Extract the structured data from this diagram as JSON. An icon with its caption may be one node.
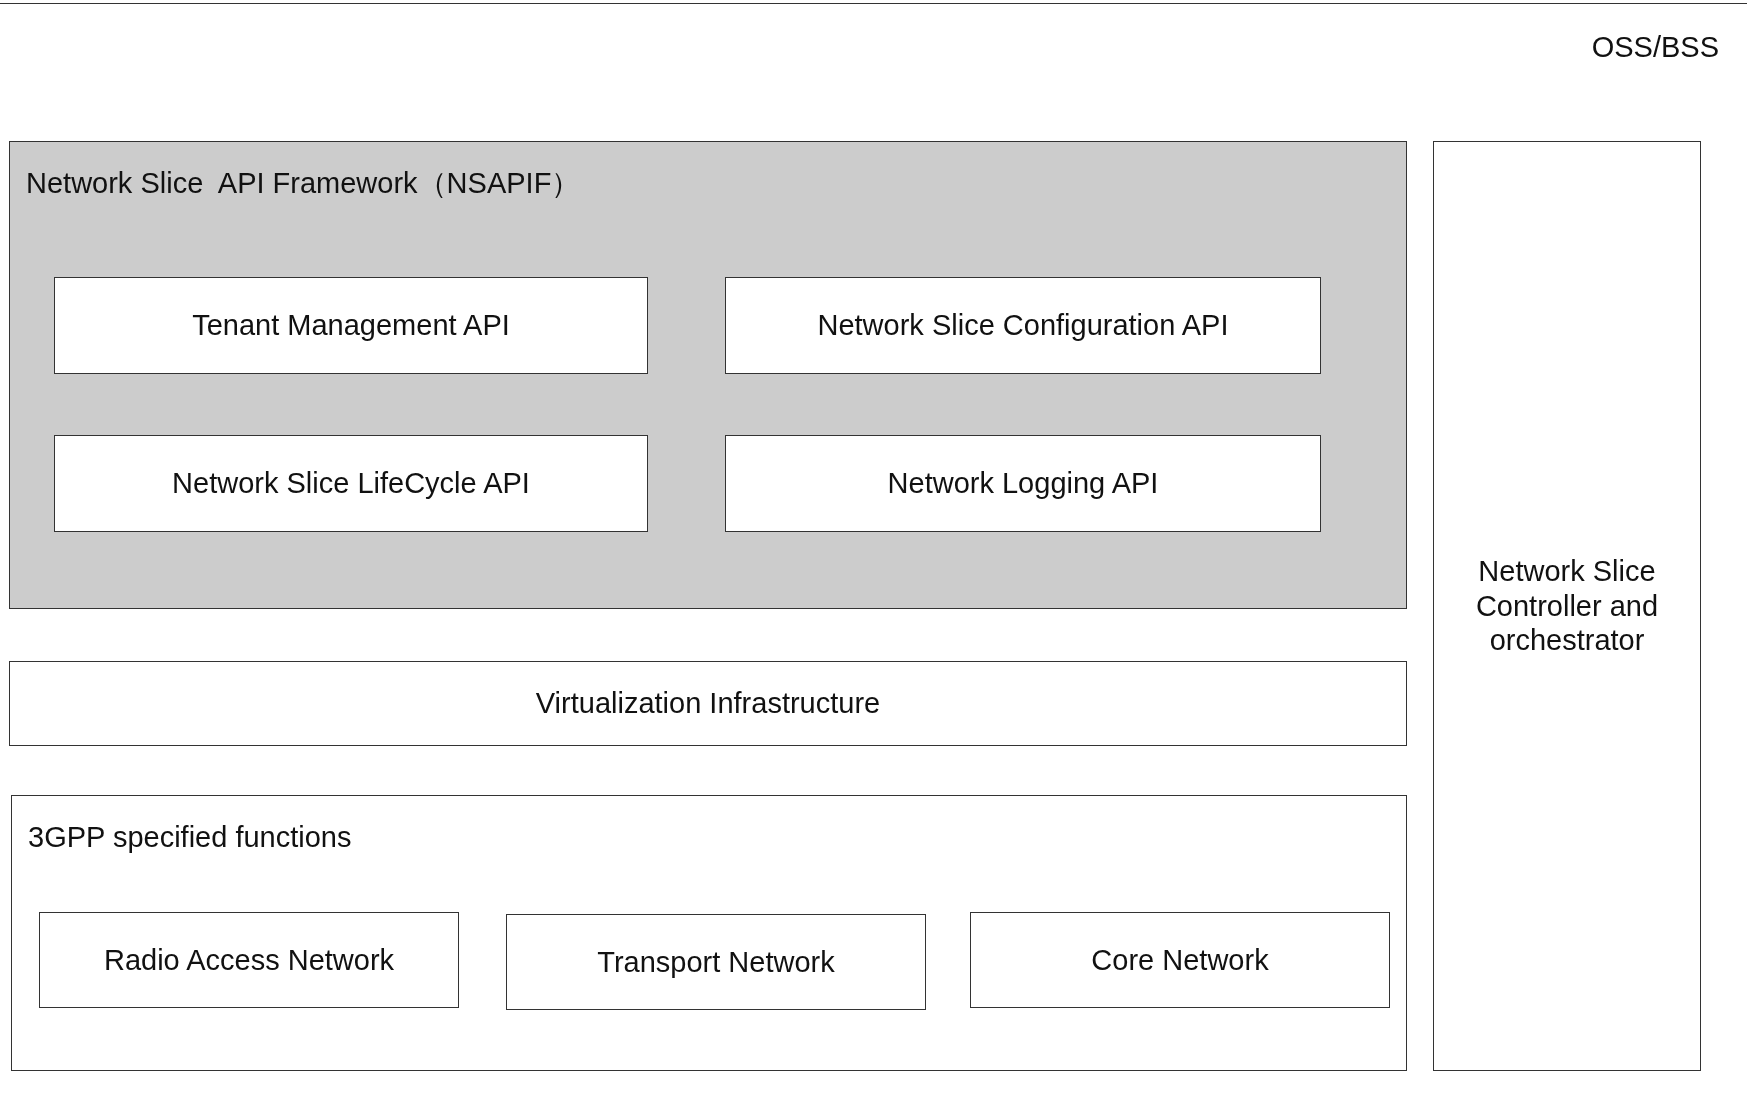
{
  "diagram": {
    "nodes": [
      {
        "text": [
          "Network Slice  API Framework（NSAPIF）"
        ]
      },
      {
        "text": [
          "Tenant Management API"
        ],
        "in": 0
      },
      {
        "text": [
          "Network Slice Configuration API"
        ],
        "in": 0
      },
      {
        "text": [
          "Network Slice LifeCycle API"
        ],
        "in": 0
      },
      {
        "text": [
          "Network Logging API"
        ],
        "in": 0
      },
      {
        "text": [
          "Virtualization Infrastructure"
        ]
      },
      {
        "text": [
          "3GPP specified functions"
        ]
      },
      {
        "text": [
          "Radio Access Network"
        ],
        "in": 6
      },
      {
        "text": [
          "Transport Network"
        ],
        "in": 6
      },
      {
        "text": [
          "Core Network"
        ],
        "in": 6
      },
      {
        "text": [
          "Network Slice Controller and orchestrator"
        ]
      }
    ],
    "labels": [
      "OSS/BSS"
    ]
  }
}
